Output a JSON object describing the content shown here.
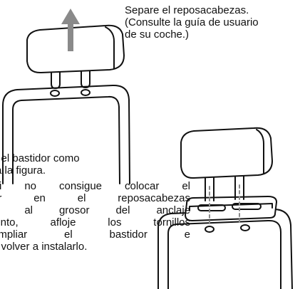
{
  "caption_top": [
    "Separe el reposacabezas.",
    "(Consulte la guía de usuario",
    "de su coche.)"
  ],
  "instruction_1": [
    "e el bastidor como",
    "ra la figura."
  ],
  "instruction_2": [
    "Si no consigue colocar el",
    "or en el  reposacabezas",
    "o al grosor del anclaje",
    "iento, afloje los tornillos",
    "ampliar  el  bastidor  e",
    "e volver a instalarlo."
  ],
  "colors": {
    "ink": "#111111",
    "arrow": "#8a8a8a",
    "paper": "#ffffff"
  },
  "icons": [
    "up-arrow-icon",
    "headrest-illustration",
    "seat-back-illustration",
    "mounting-bracket-illustration"
  ]
}
